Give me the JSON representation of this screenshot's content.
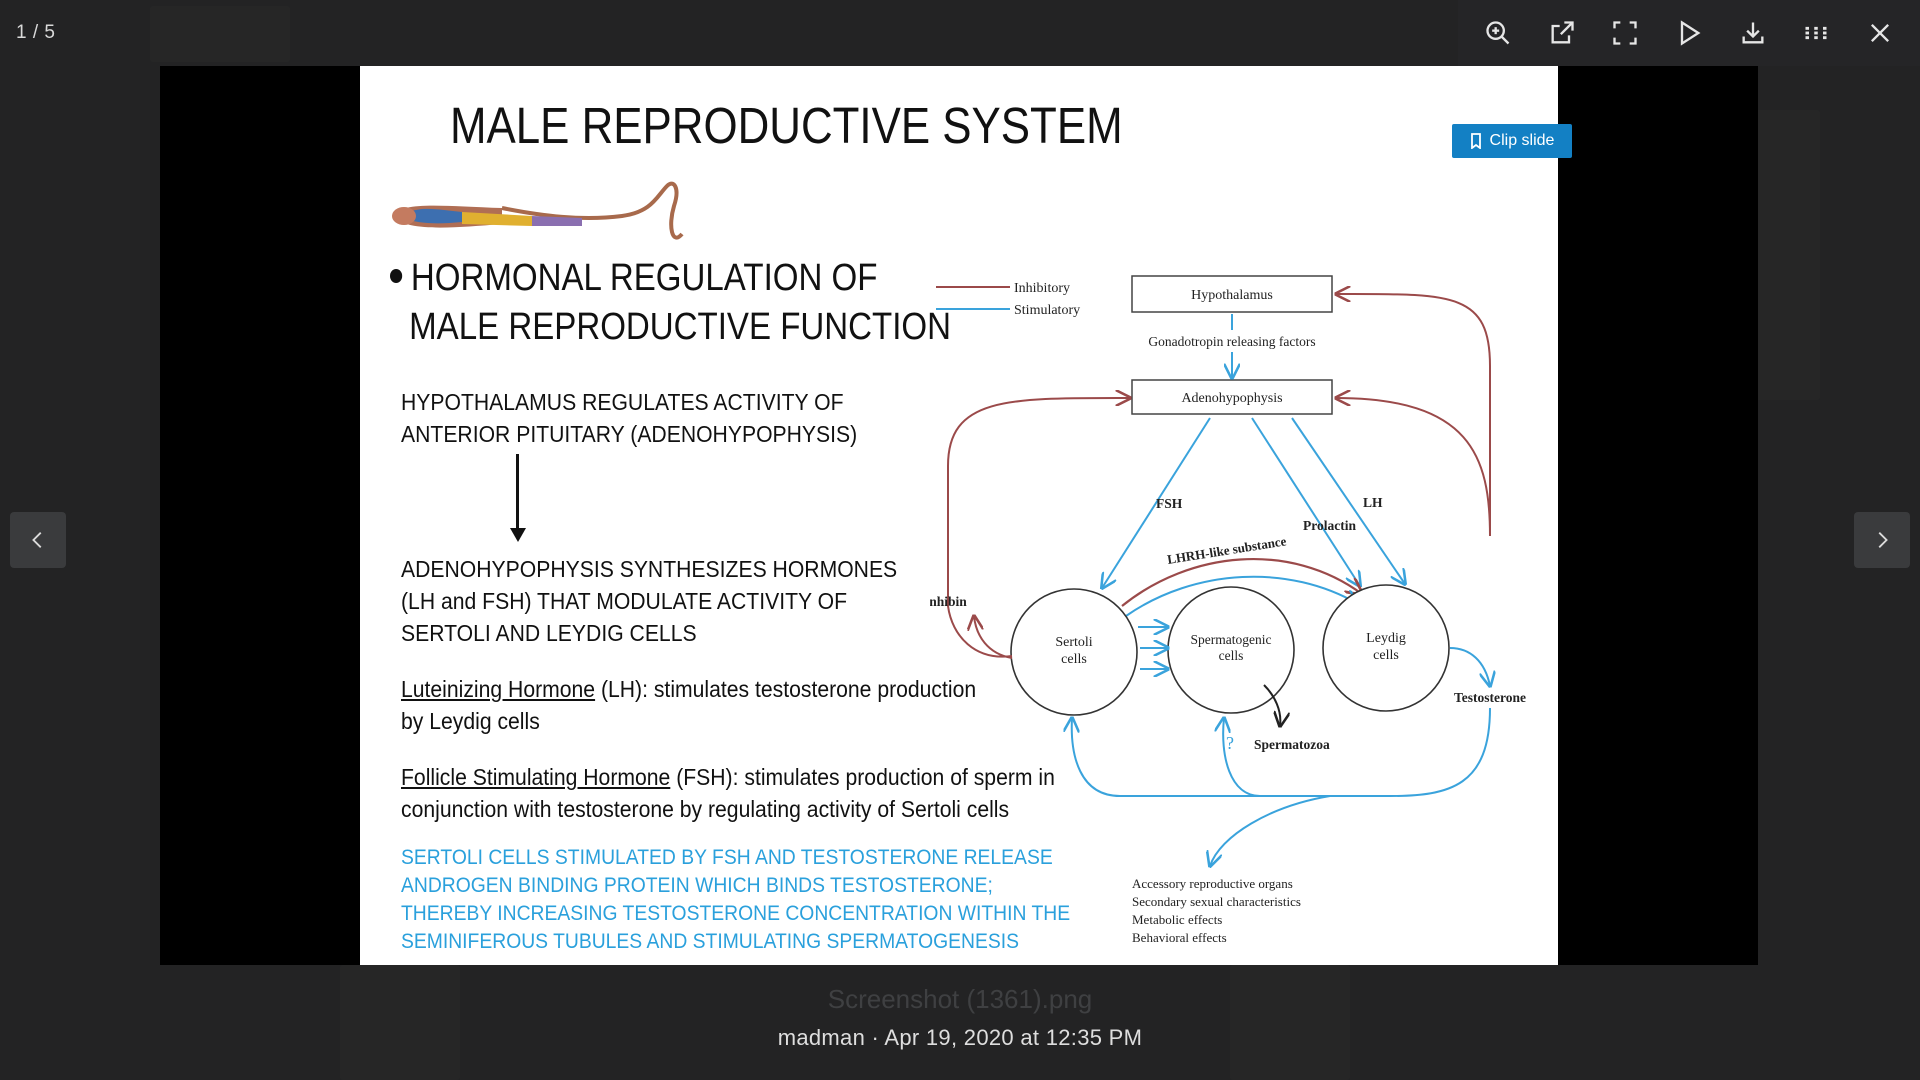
{
  "viewer": {
    "counter": "1 / 5",
    "file_name": "Screenshot (1361).png",
    "caption": "madman · Apr 19, 2020 at 12:35 PM",
    "clip_label": "Clip slide",
    "toolbar": [
      "zoom-in-icon",
      "open-external-icon",
      "fullscreen-icon",
      "play-icon",
      "download-icon",
      "grid-icon",
      "close-icon"
    ]
  },
  "slide": {
    "title": "MALE REPRODUCTIVE SYSTEM",
    "bullet_line1": "HORMONAL REGULATION OF",
    "bullet_line2": "MALE REPRODUCTIVE FUNCTION",
    "hypo_line1": "HYPOTHALAMUS REGULATES ACTIVITY OF",
    "hypo_line2": "ANTERIOR PITUITARY (ADENOHYPOPHYSIS)",
    "adeno_line1": "ADENOHYPOPHYSIS SYNTHESIZES HORMONES",
    "adeno_line2": "(LH and FSH) THAT MODULATE ACTIVITY OF",
    "adeno_line3": "SERTOLI AND LEYDIG CELLS",
    "lh_term": "Luteinizing Hormone",
    "lh_line1_rest": " (LH): stimulates testosterone production",
    "lh_line2": "by Leydig cells",
    "fsh_term": "Follicle Stimulating Hormone",
    "fsh_line1_rest": " (FSH): stimulates production of sperm in",
    "fsh_line2": "conjunction with testosterone by regulating activity of Sertoli cells",
    "blue_line1": "SERTOLI CELLS STIMULATED BY FSH AND TESTOSTERONE RELEASE",
    "blue_line2": "ANDROGEN BINDING PROTEIN WHICH BINDS TESTOSTERONE;",
    "blue_line3": "THEREBY INCREASING TESTOSTERONE CONCENTRATION WITHIN THE",
    "blue_line4": "SEMINIFEROUS TUBULES AND STIMULATING SPERMATOGENESIS"
  },
  "diagram": {
    "legend_inhibitory": "Inhibitory",
    "legend_stimulatory": "Stimulatory",
    "hypothalamus": "Hypothalamus",
    "gonadotropin": "Gonadotropin releasing factors",
    "adenohypophysis": "Adenohypophysis",
    "fsh": "FSH",
    "lh": "LH",
    "prolactin": "Prolactin",
    "lhrh": "LHRH-like substance",
    "inhibin": "Inhibin",
    "sertoli1": "Sertoli",
    "sertoli2": "cells",
    "sperm1": "Spermatogenic",
    "sperm2": "cells",
    "leydig1": "Leydig",
    "leydig2": "cells",
    "testosterone": "Testosterone",
    "question": "?",
    "spermatozoa": "Spermatozoa",
    "effect1": "Accessory reproductive organs",
    "effect2": "Secondary sexual characteristics",
    "effect3": "Metabolic effects",
    "effect4": "Behavioral effects",
    "colors": {
      "inhibitory": "#9b4a4a",
      "stimulatory": "#3aa3dc"
    }
  }
}
